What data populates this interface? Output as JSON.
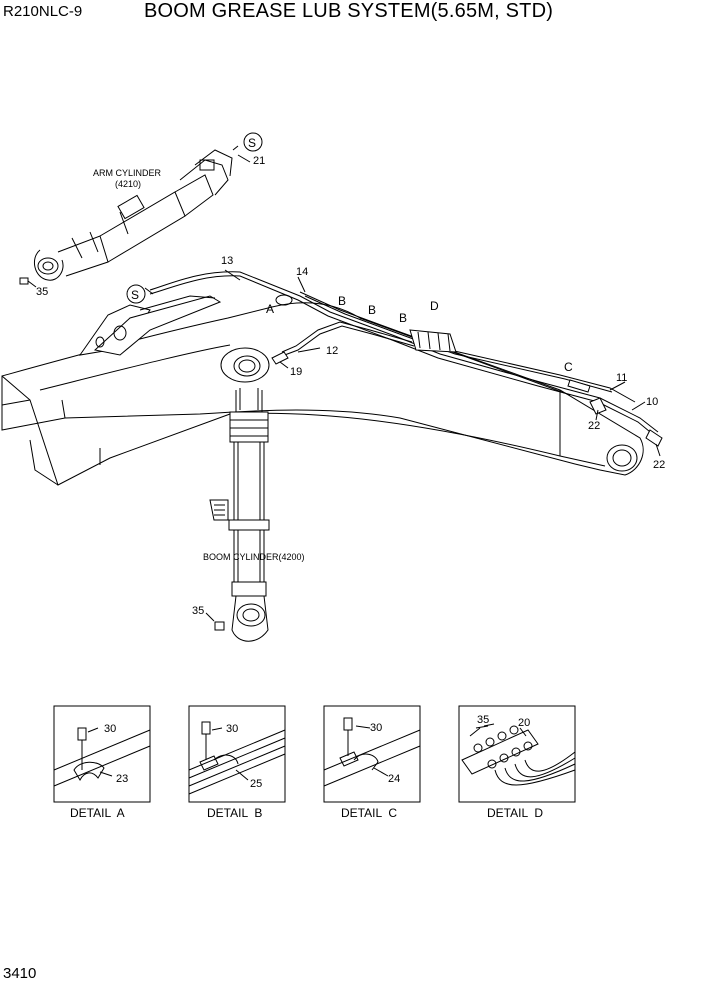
{
  "header": {
    "model": "R210NLC-9",
    "title": "BOOM GREASE LUB SYSTEM(5.65M, STD)"
  },
  "footer": {
    "page_number": "3410"
  },
  "components": {
    "arm_cylinder_line1": "ARM CYLINDER",
    "arm_cylinder_line2": "(4210)",
    "boom_cylinder": "BOOM CYLINDER(4200)"
  },
  "callouts": {
    "c10": "10",
    "c11": "11",
    "c12": "12",
    "c13": "13",
    "c14": "14",
    "c19": "19",
    "c21": "21",
    "c22a": "22",
    "c22b": "22",
    "c35a": "35",
    "c35b": "35",
    "markA": "A",
    "markB1": "B",
    "markB2": "B",
    "markB3": "B",
    "markC": "C",
    "markD": "D",
    "sym1": "S",
    "sym2": "S"
  },
  "details": [
    {
      "label": "DETAIL  A",
      "part_top": "30",
      "part_bottom": "23"
    },
    {
      "label": "DETAIL  B",
      "part_top": "30",
      "part_bottom": "25"
    },
    {
      "label": "DETAIL  C",
      "part_top": "30",
      "part_bottom": "24"
    },
    {
      "label": "DETAIL  D",
      "part_top": "35",
      "part_bottom": "20"
    }
  ]
}
